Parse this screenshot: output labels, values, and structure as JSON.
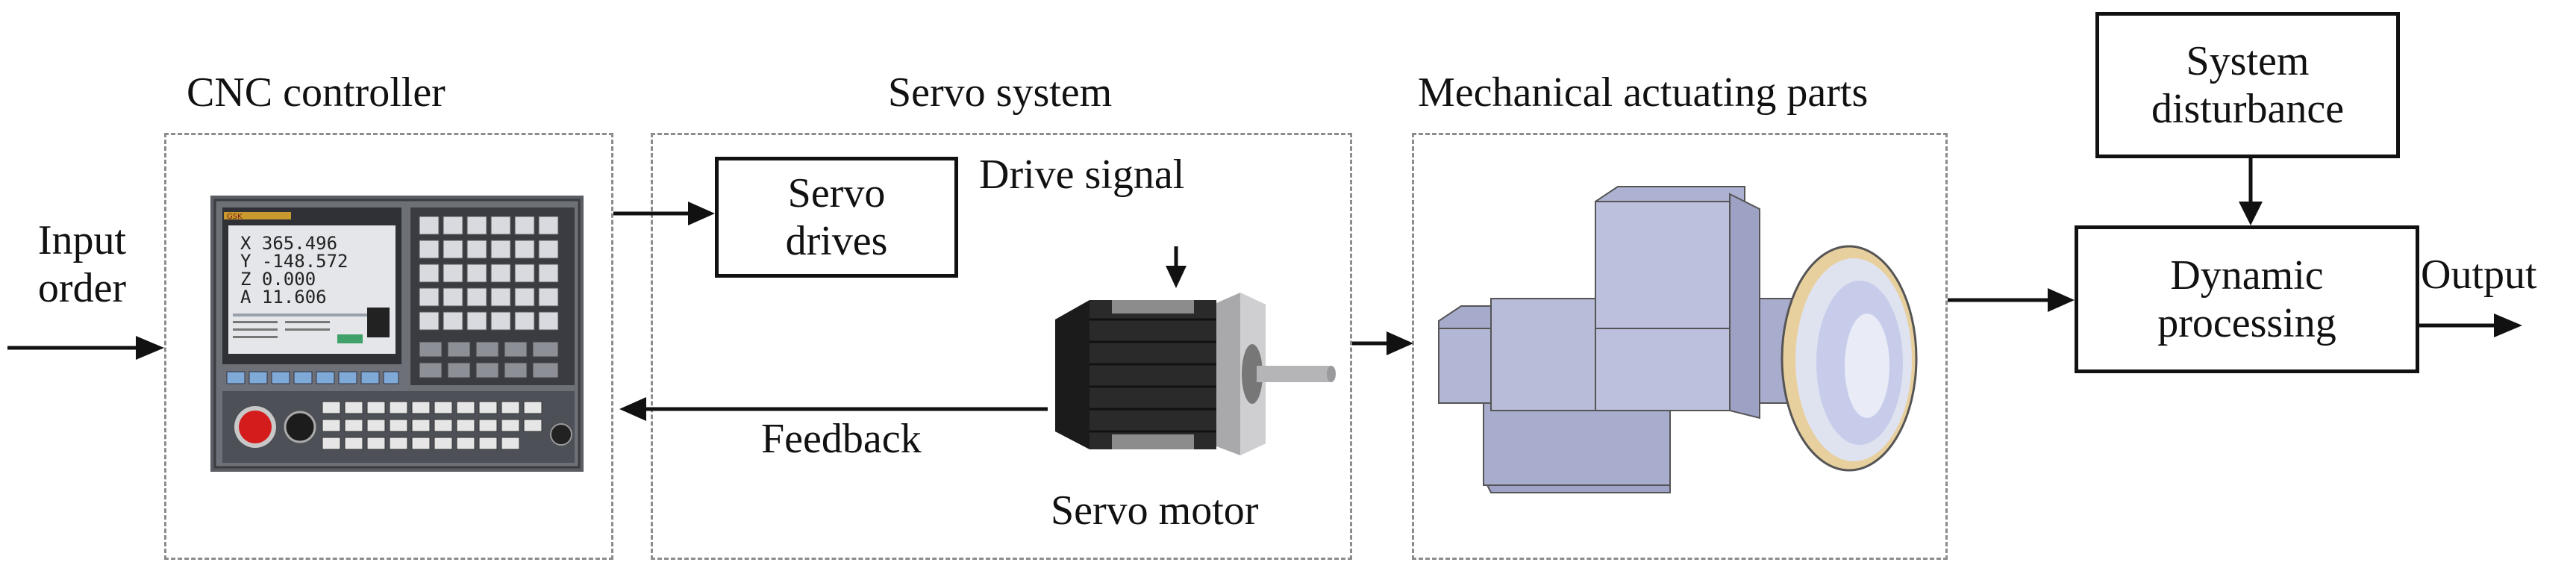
{
  "input": {
    "line1": "Input",
    "line2": "order"
  },
  "cnc": {
    "title": "CNC controller",
    "screen_rows": [
      "X   365.496",
      "Y  -148.572",
      "Z     0.000",
      "A    11.606"
    ],
    "brand": "GSK"
  },
  "servo_system": {
    "title": "Servo system",
    "drives": {
      "line1": "Servo",
      "line2": "drives"
    },
    "drive_signal": "Drive signal",
    "feedback": "Feedback",
    "motor_label": "Servo motor"
  },
  "mechanical": {
    "title": "Mechanical actuating parts"
  },
  "disturbance": {
    "line1": "System",
    "line2": "disturbance"
  },
  "dynamic": {
    "line1": "Dynamic",
    "line2": "processing"
  },
  "output": "Output"
}
